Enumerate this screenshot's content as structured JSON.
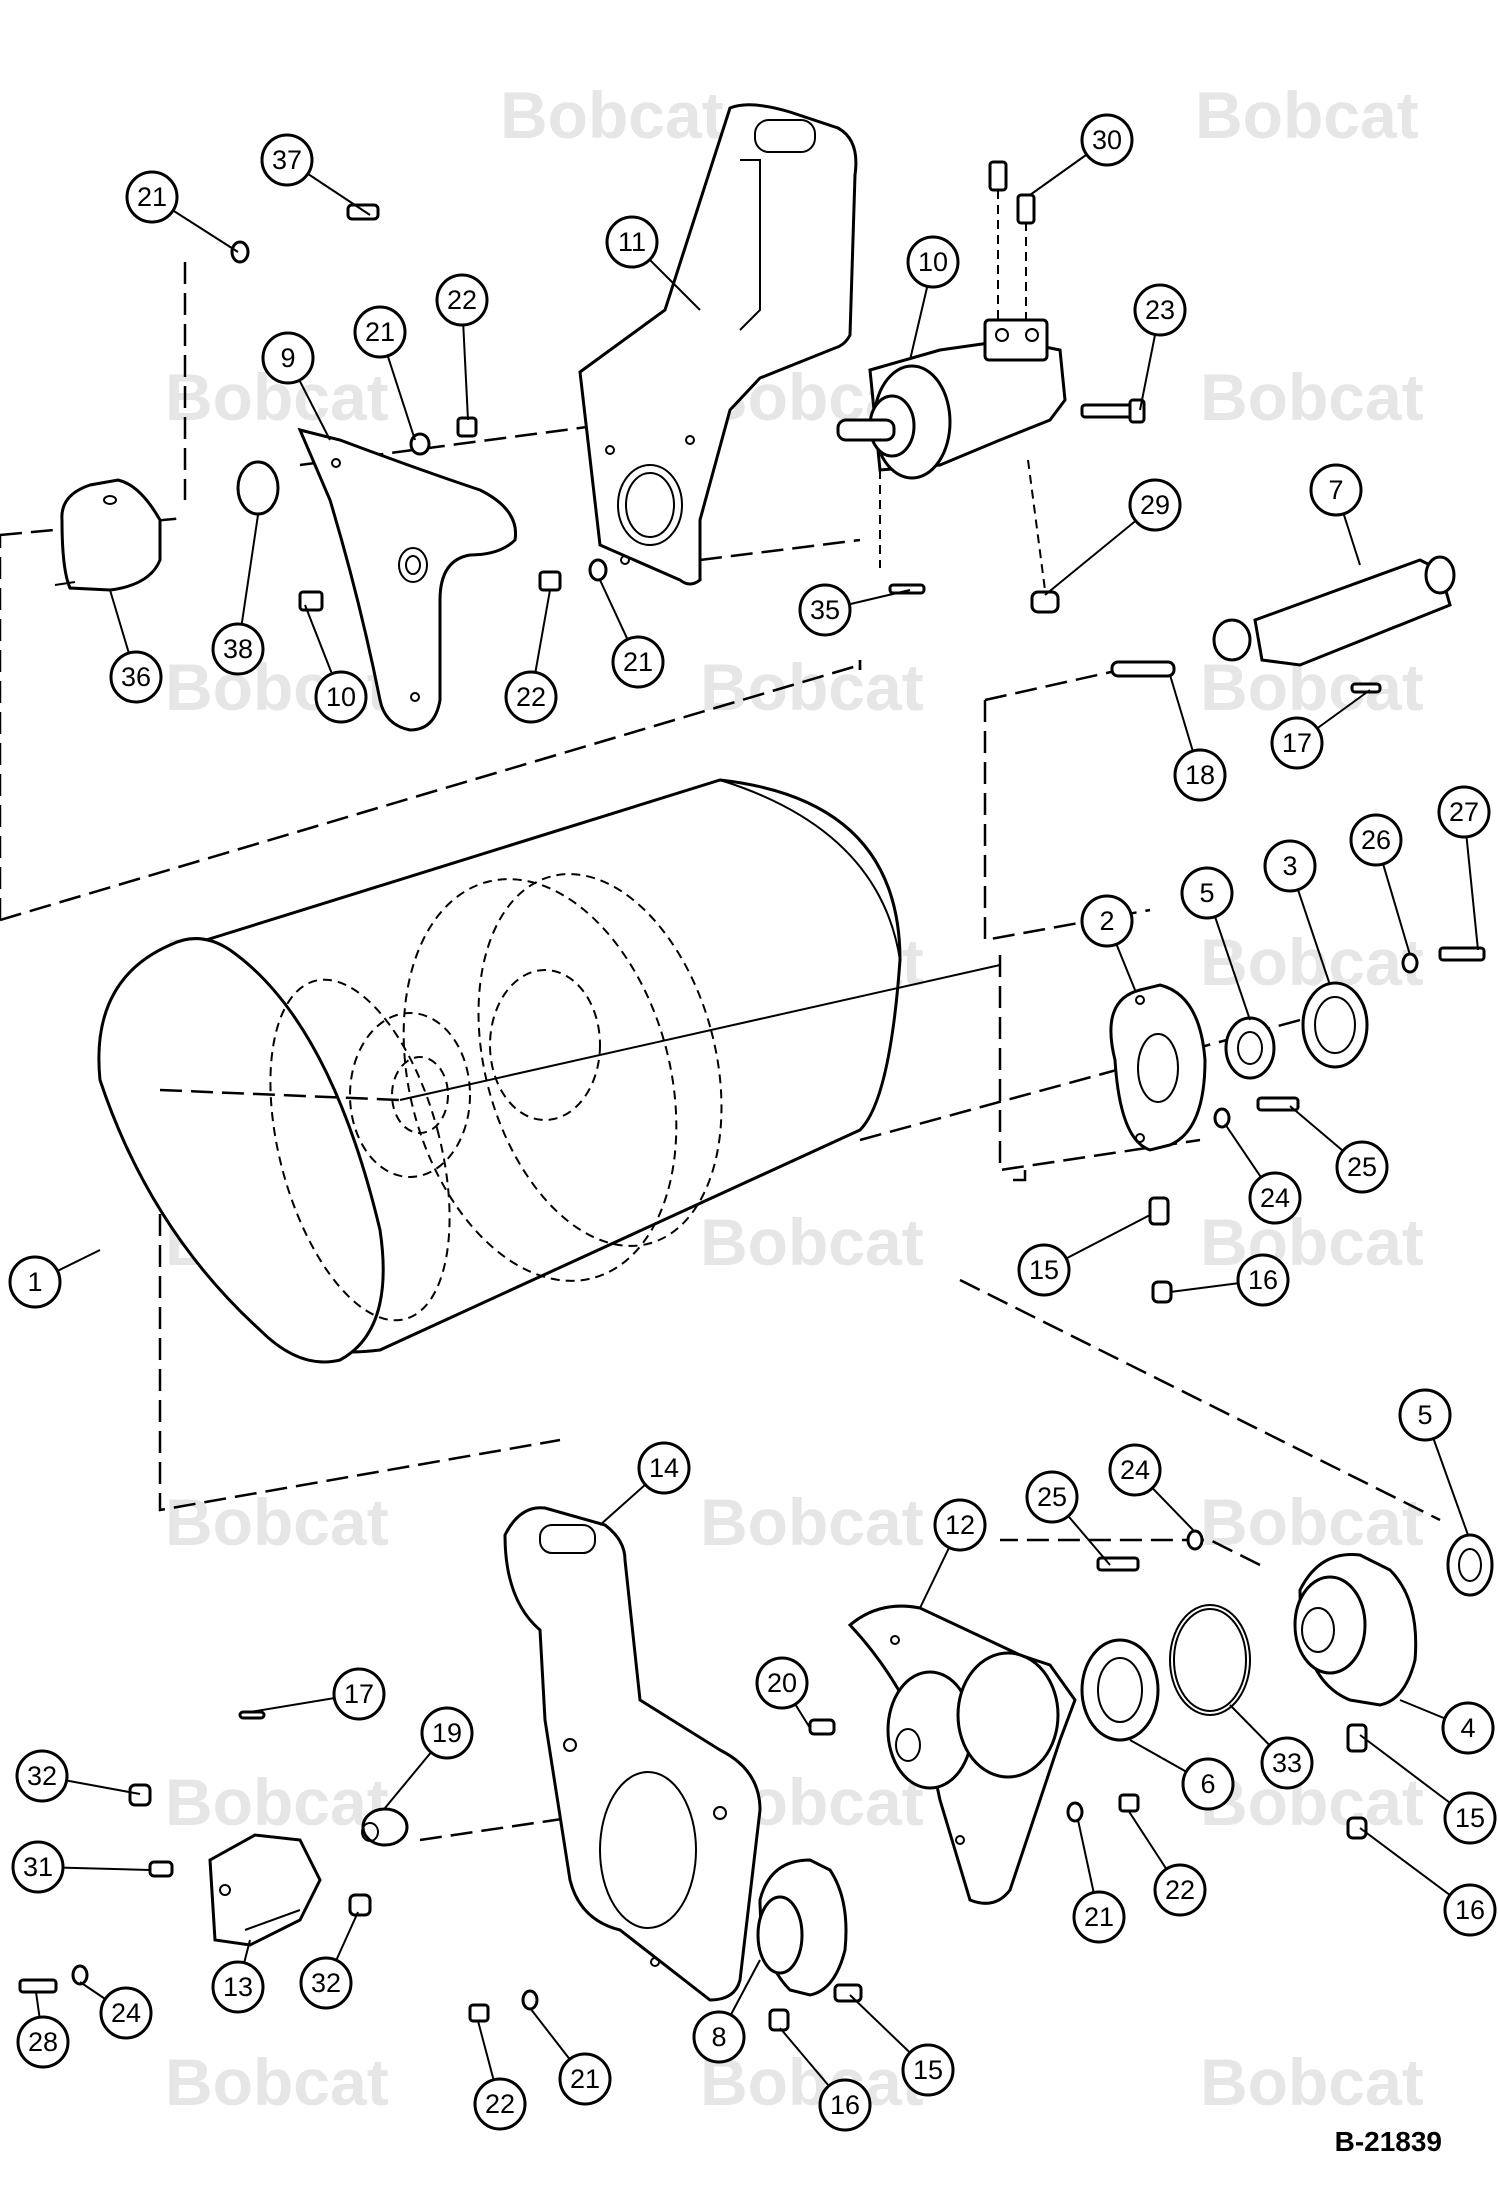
{
  "watermark": {
    "text": "Bobcat",
    "color": "#e6e6e6"
  },
  "figure": {
    "id": "B-21839"
  },
  "callouts": [
    {
      "label": "37"
    },
    {
      "label": "21"
    },
    {
      "label": "11"
    },
    {
      "label": "10"
    },
    {
      "label": "30"
    },
    {
      "label": "23"
    },
    {
      "label": "21"
    },
    {
      "label": "22"
    },
    {
      "label": "9"
    },
    {
      "label": "36"
    },
    {
      "label": "38"
    },
    {
      "label": "10"
    },
    {
      "label": "22"
    },
    {
      "label": "21"
    },
    {
      "label": "35"
    },
    {
      "label": "29"
    },
    {
      "label": "7"
    },
    {
      "label": "17"
    },
    {
      "label": "18"
    },
    {
      "label": "27"
    },
    {
      "label": "26"
    },
    {
      "label": "3"
    },
    {
      "label": "5"
    },
    {
      "label": "2"
    },
    {
      "label": "25"
    },
    {
      "label": "24"
    },
    {
      "label": "15"
    },
    {
      "label": "16"
    },
    {
      "label": "1"
    },
    {
      "label": "5"
    },
    {
      "label": "14"
    },
    {
      "label": "12"
    },
    {
      "label": "25"
    },
    {
      "label": "24"
    },
    {
      "label": "4"
    },
    {
      "label": "33"
    },
    {
      "label": "6"
    },
    {
      "label": "15"
    },
    {
      "label": "16"
    },
    {
      "label": "20"
    },
    {
      "label": "17"
    },
    {
      "label": "19"
    },
    {
      "label": "32"
    },
    {
      "label": "31"
    },
    {
      "label": "13"
    },
    {
      "label": "32"
    },
    {
      "label": "28"
    },
    {
      "label": "24"
    },
    {
      "label": "22"
    },
    {
      "label": "21"
    },
    {
      "label": "21"
    },
    {
      "label": "22"
    },
    {
      "label": "8"
    },
    {
      "label": "16"
    },
    {
      "label": "15"
    }
  ]
}
